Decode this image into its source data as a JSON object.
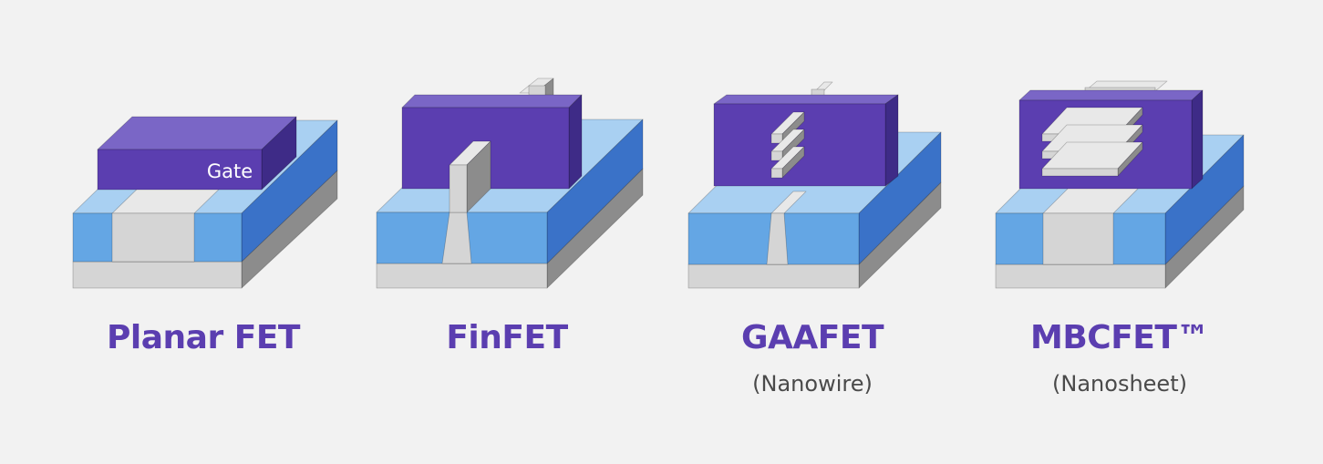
{
  "colors": {
    "background": "#f2f2f2",
    "gate_front": "#5b3eb0",
    "gate_top": "#7a66c6",
    "gate_side": "#3e2b87",
    "oxide_front": "#64a6e4",
    "oxide_top": "#a9d0f2",
    "oxide_side": "#3a72c8",
    "silicon_front": "#d5d5d5",
    "silicon_top": "#e8e8e8",
    "silicon_side": "#8c8c8c",
    "label": "#5b3eb0",
    "sublabel": "#4a4a4a"
  },
  "gate_label": "Gate",
  "transistors": [
    {
      "id": "planar-fet",
      "title": "Planar FET",
      "subtitle": ""
    },
    {
      "id": "finfet",
      "title": "FinFET",
      "subtitle": ""
    },
    {
      "id": "gaafet",
      "title": "GAAFET",
      "subtitle": "(Nanowire)"
    },
    {
      "id": "mbcfet",
      "title": "MBCFET™",
      "subtitle": "(Nanosheet)"
    }
  ]
}
